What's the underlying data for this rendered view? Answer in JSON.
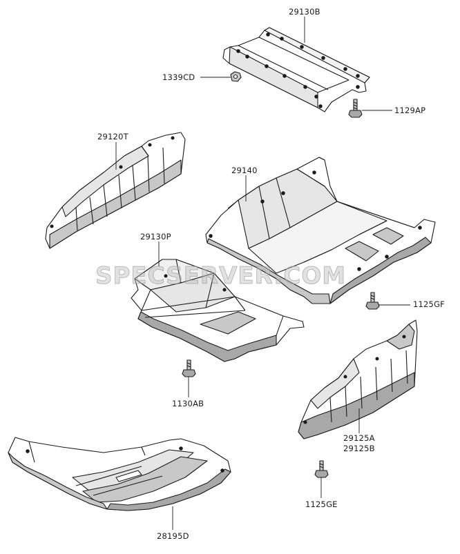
{
  "watermark": "SPECSERVER.COM",
  "labels": {
    "p29130B": "29130B",
    "p1339CD": "1339CD",
    "p1129AP": "1129AP",
    "p29120T": "29120T",
    "p29140": "29140",
    "p29130P": "29130P",
    "p1125GF": "1125GF",
    "p1130AB": "1130AB",
    "p29125A": "29125A",
    "p29125B": "29125B",
    "p1125GE": "1125GE",
    "p28195D": "28195D"
  },
  "colors": {
    "line": "#1a1a1a",
    "shade_dark": "#a8a8a8",
    "shade_mid": "#c8c8c8",
    "shade_light": "#e6e6e6"
  }
}
